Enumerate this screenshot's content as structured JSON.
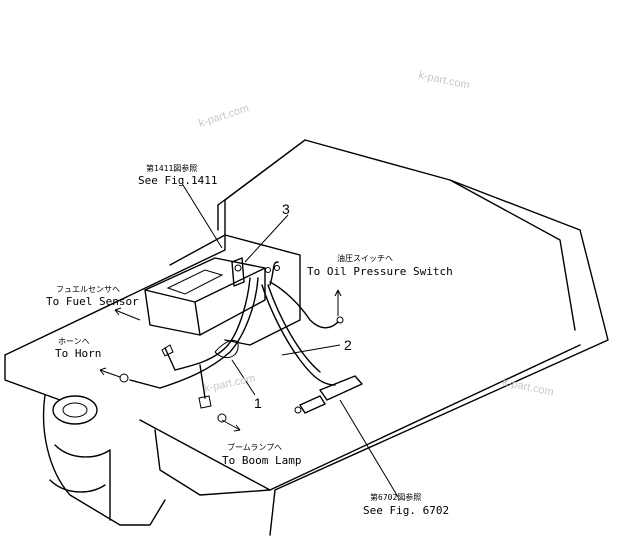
{
  "labels": {
    "see_1411_jp": "第1411図参照",
    "see_1411": "See Fig.1411",
    "oil_jp": "油圧スイッチへ",
    "oil": "To Oil Pressure Switch",
    "fuel_jp": "フュエルセンサヘ",
    "fuel": "To Fuel Sensor",
    "horn_jp": "ホーンへ",
    "horn": "To Horn",
    "boom_jp": "ブームランプへ",
    "boom": "To Boom Lamp",
    "see_6702_jp": "第6702図参照",
    "see_6702": "See Fig. 6702"
  },
  "callouts": {
    "one": "1",
    "two": "2",
    "three": "3"
  },
  "watermarks": [
    "k-part.com",
    "k-part.com",
    "k-part.com",
    "k-part.com"
  ],
  "colors": {
    "line": "#000000",
    "watermark": "#c8c8c8"
  }
}
